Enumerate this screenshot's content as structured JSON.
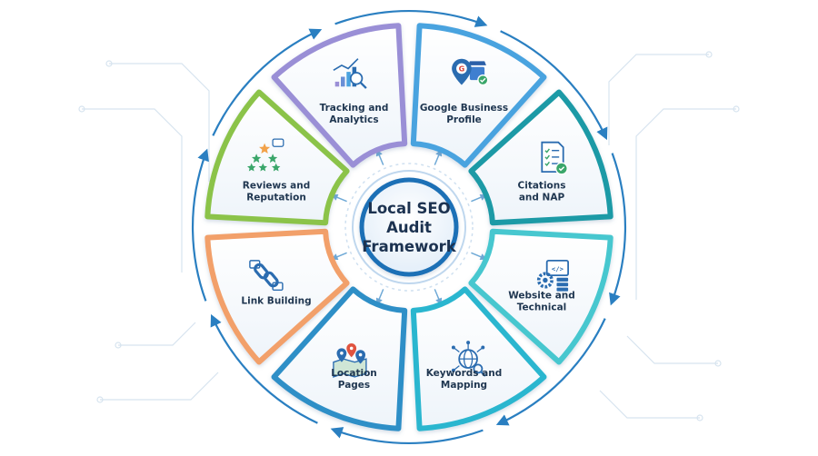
{
  "center": {
    "lines": [
      "Local SEO",
      "Audit",
      "Framework"
    ]
  },
  "segments": [
    {
      "id": "gbp",
      "label_lines": [
        "Google Business",
        "Profile"
      ],
      "color": "#4aa3df",
      "icon": "google-business-profile-icon"
    },
    {
      "id": "citations",
      "label_lines": [
        "Citations",
        "and NAP"
      ],
      "color": "#1e9aa6",
      "icon": "citations-checklist-icon"
    },
    {
      "id": "website",
      "label_lines": [
        "Website and",
        "Technical"
      ],
      "color": "#46c7cf",
      "icon": "website-technical-icon"
    },
    {
      "id": "keywords",
      "label_lines": [
        "Keywords and",
        "Mapping"
      ],
      "color": "#2bb6cf",
      "icon": "keywords-globe-icon"
    },
    {
      "id": "location",
      "label_lines": [
        "Location",
        "Pages"
      ],
      "color": "#2f8fc7",
      "icon": "location-map-icon"
    },
    {
      "id": "links",
      "label_lines": [
        "Link Building"
      ],
      "color": "#f2a06a",
      "icon": "link-chain-icon"
    },
    {
      "id": "reviews",
      "label_lines": [
        "Reviews and",
        "Reputation"
      ],
      "color": "#8bc34a",
      "icon": "review-stars-icon"
    },
    {
      "id": "tracking",
      "label_lines": [
        "Tracking and",
        "Analytics"
      ],
      "color": "#9a8fd6",
      "icon": "analytics-chart-icon"
    }
  ],
  "colors": {
    "ring": "#2a7fc1",
    "center_border": "#1f6fb6",
    "icon_blue": "#2b6cb0",
    "icon_green": "#3aa66a",
    "icon_orange": "#f2a24a"
  }
}
